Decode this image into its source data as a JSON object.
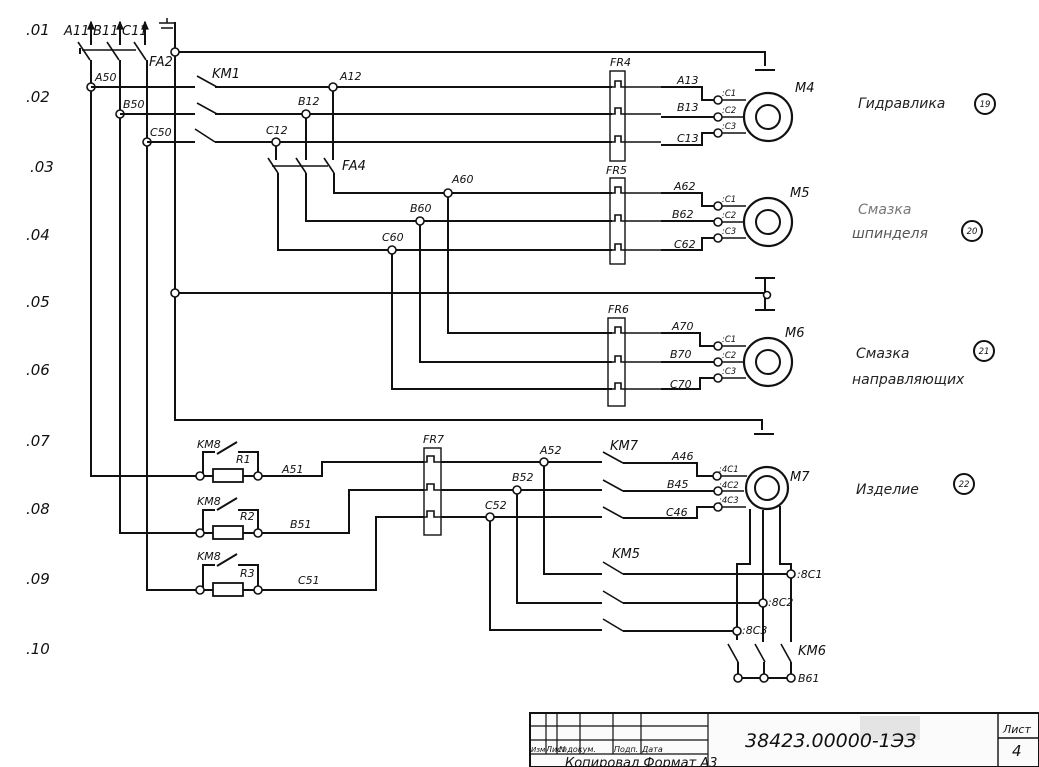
{
  "row_markers": [
    ".01",
    ".02",
    ".03",
    ".04",
    ".05",
    ".06",
    ".07",
    ".08",
    ".09",
    ".10"
  ],
  "supply": {
    "phases": [
      "A11",
      "B11",
      "C11"
    ],
    "ground_symbol": "ground-icon",
    "breaker": "FA2"
  },
  "bus": {
    "nodes": [
      "A50",
      "B50",
      "C50"
    ]
  },
  "contactors": {
    "km1": "KM1",
    "km5": "KM5",
    "km6": "KM6",
    "km7": "KM7",
    "km8": "KM8"
  },
  "breaker_fa4": "FA4",
  "nodes": {
    "a12": "A12",
    "b12": "B12",
    "c12": "C12",
    "a60": "A60",
    "b60": "B60",
    "c60": "C60",
    "a51": "A51",
    "b51": "B51",
    "c51": "C51",
    "a52": "A52",
    "b52": "B52",
    "c52": "C52",
    "b61": "B61"
  },
  "resistors": [
    "R1",
    "R2",
    "R3"
  ],
  "relays": {
    "fr4": "FR4",
    "fr5": "FR5",
    "fr6": "FR6",
    "fr7": "FR7"
  },
  "motors": [
    {
      "name": "M4",
      "wires": [
        "A13",
        "B13",
        "C13"
      ],
      "terminals": [
        ":C1",
        ":C2",
        ":C3"
      ],
      "description": [
        "Гидравлика"
      ],
      "ref": "19"
    },
    {
      "name": "M5",
      "wires": [
        "A62",
        "B62",
        "C62"
      ],
      "terminals": [
        ":C1",
        ":C2",
        ":C3"
      ],
      "description": [
        "Смазка",
        "шпинделя"
      ],
      "ref": "20"
    },
    {
      "name": "M6",
      "wires": [
        "A70",
        "B70",
        "C70"
      ],
      "terminals": [
        ":C1",
        ":C2",
        ":C3"
      ],
      "description": [
        "Смазка",
        "направляющих"
      ],
      "ref": "21"
    },
    {
      "name": "M7",
      "wires": [
        "A46",
        "B45",
        "C46"
      ],
      "terminals": [
        ":4C1",
        ":4C2",
        ":4C3"
      ],
      "description": [
        "Изделие"
      ],
      "ref": "22"
    }
  ],
  "m7_low_speed_terminals": [
    ":8C1",
    ":8C2",
    ":8C3"
  ],
  "title_block": {
    "headers": [
      "Изм",
      "Лист",
      "№докум.",
      "Подп.",
      "Дата"
    ],
    "document_number": "38423.00000-1ЭЗ",
    "sheet_label": "Лист",
    "sheet_number": "4",
    "footer_partial": "Копировал  Формат А3"
  }
}
